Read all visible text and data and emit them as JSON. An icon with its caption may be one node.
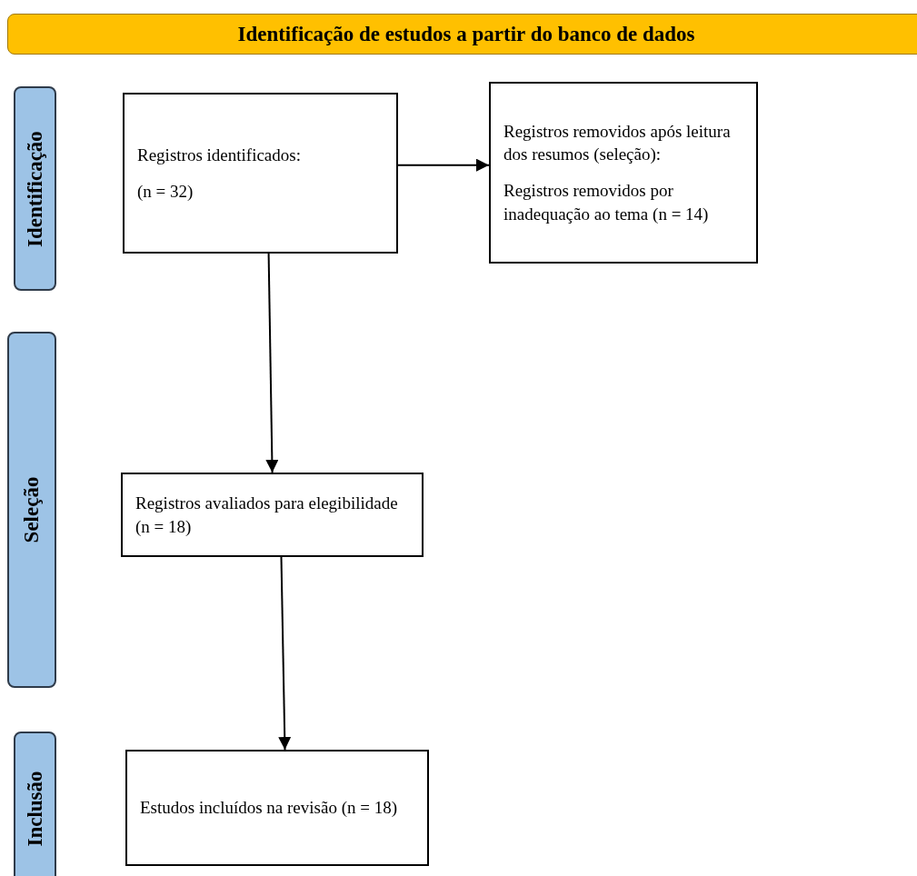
{
  "diagram": {
    "title": "Identificação de estudos a partir do banco de dados",
    "nodes": [
      {
        "text": [
          "Identificação"
        ]
      },
      {
        "text": [
          "Registros identificados:",
          "(n = 32)"
        ]
      },
      {
        "text": [
          "Registros removidos após leitura dos resumos (seleção):",
          "Registros removidos por inadequação ao tema (n = 14)"
        ]
      },
      {
        "text": [
          "Seleção"
        ]
      },
      {
        "text": [
          "Registros avaliados para elegibilidade (n = 18)"
        ]
      },
      {
        "text": [
          "Inclusão"
        ]
      },
      {
        "text": [
          "Estudos incluídos na revisão (n = 18)"
        ]
      }
    ],
    "edges": [
      {
        "from": 1,
        "to": 2,
        "arrow": "to"
      },
      {
        "from": 1,
        "to": 4,
        "arrow": "to"
      },
      {
        "from": 4,
        "to": 6,
        "arrow": "to"
      }
    ]
  }
}
